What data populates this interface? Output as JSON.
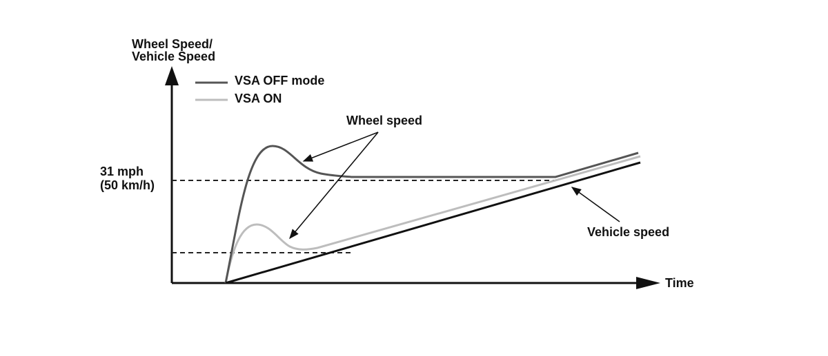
{
  "y_axis_label": [
    "Wheel Speed/",
    "Vehicle Speed"
  ],
  "x_axis_label": "Time",
  "speed_marker": [
    "31 mph",
    "(50 km/h)"
  ],
  "legend": [
    {
      "name": "VSA OFF mode",
      "color": "#555555"
    },
    {
      "name": "VSA ON",
      "color": "#bdbdbd"
    }
  ],
  "callouts": {
    "wheel_speed": "Wheel speed",
    "vehicle_speed": "Vehicle speed"
  },
  "colors": {
    "axis": "#111111",
    "vehicle_speed": "#111111",
    "vsa_off": "#555555",
    "vsa_on": "#bdbdbd"
  }
}
